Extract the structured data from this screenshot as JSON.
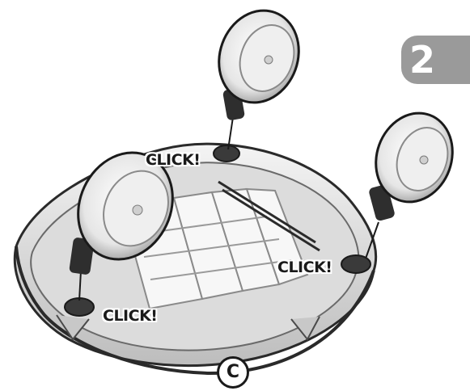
{
  "step": {
    "number": "2"
  },
  "part_label": "C",
  "click_labels": [
    "CLICK!",
    "CLICK!",
    "CLICK!"
  ],
  "icons": [
    "caster-wheel",
    "base-tray",
    "step-badge",
    "part-circle"
  ],
  "colors": {
    "badge": "#9a9a9a",
    "outline": "#1a1a1a",
    "base": "#e2e2e2",
    "shadow": "#8c8c8c"
  }
}
